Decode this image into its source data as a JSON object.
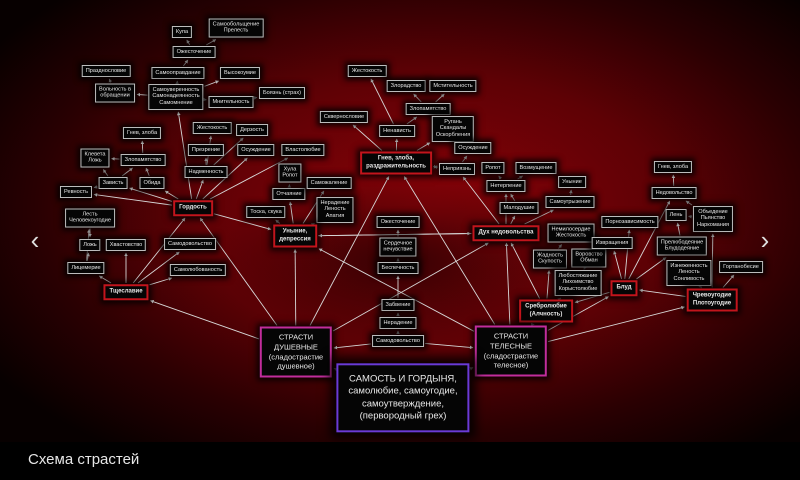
{
  "caption": "Схема страстей",
  "nav": {
    "prev_icon": "chevron-left-icon",
    "next_icon": "chevron-right-icon",
    "prev_glyph": "‹",
    "next_glyph": "›"
  },
  "colors": {
    "primary_passion": "#c3141c",
    "category": "#c22d9c",
    "root": "#6b3ad6",
    "node_border": "#bdbdbd"
  },
  "nodes": [
    {
      "id": "kupa",
      "label": "Купа",
      "kind": "n"
    },
    {
      "id": "samoobolshchenie",
      "label": "Самообольщение\nПрелесть",
      "kind": "n"
    },
    {
      "id": "ozhestochenie_t",
      "label": "Ожесточение",
      "kind": "n"
    },
    {
      "id": "samoopravdanie",
      "label": "Самооправдание",
      "kind": "n"
    },
    {
      "id": "vysokoumie",
      "label": "Высокоумие",
      "kind": "n"
    },
    {
      "id": "prazdnoslovie",
      "label": "Празднословие",
      "kind": "n"
    },
    {
      "id": "volnost",
      "label": "Вольность в\nобращении",
      "kind": "n"
    },
    {
      "id": "samouverennost",
      "label": "Самоуверенность\nСамонадеянность\nСамомнение",
      "kind": "n"
    },
    {
      "id": "mnitelnost",
      "label": "Мнительность",
      "kind": "n"
    },
    {
      "id": "boyazn",
      "label": "Боязнь (страх)",
      "kind": "n"
    },
    {
      "id": "gnev_zloba_l",
      "label": "Гнев, злоба",
      "kind": "n"
    },
    {
      "id": "zhestokost_l",
      "label": "Жестокость",
      "kind": "n"
    },
    {
      "id": "derzost",
      "label": "Дерзость",
      "kind": "n"
    },
    {
      "id": "kleveta",
      "label": "Клевета\nЛожь",
      "kind": "n"
    },
    {
      "id": "zlopamyatstvo_l",
      "label": "Злопамятство",
      "kind": "n"
    },
    {
      "id": "prezrenie",
      "label": "Презрение",
      "kind": "n"
    },
    {
      "id": "osuzhdenie_l",
      "label": "Осуждение",
      "kind": "n"
    },
    {
      "id": "vlastolyubie",
      "label": "Властолюбие",
      "kind": "n"
    },
    {
      "id": "zavist",
      "label": "Зависть",
      "kind": "n"
    },
    {
      "id": "obida",
      "label": "Обида",
      "kind": "n"
    },
    {
      "id": "nadmennost",
      "label": "Надменность",
      "kind": "n"
    },
    {
      "id": "revnost",
      "label": "Ревность",
      "kind": "n"
    },
    {
      "id": "gordost",
      "label": "Гордость",
      "kind": "red"
    },
    {
      "id": "lest",
      "label": "Лесть\nЧеловекоугодие",
      "kind": "n"
    },
    {
      "id": "lozh",
      "label": "Ложь",
      "kind": "n"
    },
    {
      "id": "khvastovstvo",
      "label": "Хвастовство",
      "kind": "n"
    },
    {
      "id": "samodovolstvo_l",
      "label": "Самодовольство",
      "kind": "n"
    },
    {
      "id": "samolyubovanie",
      "label": "Самолюбованость",
      "kind": "n"
    },
    {
      "id": "litsemerie",
      "label": "Лицемерие",
      "kind": "n"
    },
    {
      "id": "tshcheslavie",
      "label": "Тщеславие",
      "kind": "red"
    },
    {
      "id": "tosk",
      "label": "Тоска, скука",
      "kind": "n"
    },
    {
      "id": "otchayanie",
      "label": "Отчаяние",
      "kind": "n"
    },
    {
      "id": "khula",
      "label": "Хула\nРопот",
      "kind": "n"
    },
    {
      "id": "samozhalenie",
      "label": "Саможаление",
      "kind": "n"
    },
    {
      "id": "neradenie_m",
      "label": "Нерадение\nЛеность\nАпатия",
      "kind": "n"
    },
    {
      "id": "unynie",
      "label": "Уныние,\nдепрессия",
      "kind": "red"
    },
    {
      "id": "zhestokost_m",
      "label": "Жестокость",
      "kind": "n"
    },
    {
      "id": "zlorodstvo",
      "label": "Злорадство",
      "kind": "n"
    },
    {
      "id": "mstitelnost",
      "label": "Мстительность",
      "kind": "n"
    },
    {
      "id": "zlopamyatstvo_m",
      "label": "Злопамятство",
      "kind": "n"
    },
    {
      "id": "skvernoslovie",
      "label": "Сквернословие",
      "kind": "n"
    },
    {
      "id": "nenavist",
      "label": "Ненависть",
      "kind": "n"
    },
    {
      "id": "rugan",
      "label": "Ругань\nСкандалы\nОскорбления",
      "kind": "n"
    },
    {
      "id": "osuzhdenie_m",
      "label": "Осуждение",
      "kind": "n"
    },
    {
      "id": "gnev",
      "label": "Гнев, злоба,\nраздражительность",
      "kind": "red"
    },
    {
      "id": "nepriyazn",
      "label": "Неприязнь",
      "kind": "n"
    },
    {
      "id": "ozhestochenie_c",
      "label": "Ожесточение",
      "kind": "n"
    },
    {
      "id": "serdechnoe",
      "label": "Сердечное\nнечувствие",
      "kind": "n"
    },
    {
      "id": "bespechnost",
      "label": "Беспечность",
      "kind": "n"
    },
    {
      "id": "zabvenie",
      "label": "Забвение",
      "kind": "n"
    },
    {
      "id": "neradenie_c",
      "label": "Нерадение",
      "kind": "n"
    },
    {
      "id": "samodovolstvo_c",
      "label": "Самодовольство",
      "kind": "n"
    },
    {
      "id": "ropot",
      "label": "Ропот",
      "kind": "n"
    },
    {
      "id": "vozmushchenie",
      "label": "Возмущение",
      "kind": "n"
    },
    {
      "id": "neterpenie",
      "label": "Нетерпение",
      "kind": "n"
    },
    {
      "id": "malodushie",
      "label": "Малодушие",
      "kind": "n"
    },
    {
      "id": "unynie2",
      "label": "Уныние",
      "kind": "n"
    },
    {
      "id": "samougryzenie",
      "label": "Самоугрызение",
      "kind": "n"
    },
    {
      "id": "dukh",
      "label": "Дух недовольства",
      "kind": "red"
    },
    {
      "id": "nemiloserdie",
      "label": "Немилосердие\nЖестокость",
      "kind": "n"
    },
    {
      "id": "zhadnost",
      "label": "Жадность\nСкупость",
      "kind": "n"
    },
    {
      "id": "vorovstvo",
      "label": "Воровство\nОбман",
      "kind": "n"
    },
    {
      "id": "lyubostyazhanie",
      "label": "Любостяжание\nЛихоимство\nКорыстолюбие",
      "kind": "n"
    },
    {
      "id": "srebrolyubie",
      "label": "Сребролюбие\n(Алчность)",
      "kind": "red"
    },
    {
      "id": "pornozavisimost",
      "label": "Порнозависимость",
      "kind": "n"
    },
    {
      "id": "izvrashcheniya",
      "label": "Извращения",
      "kind": "n"
    },
    {
      "id": "blud",
      "label": "Блуд",
      "kind": "red"
    },
    {
      "id": "gnev_zloba_r",
      "label": "Гнев, злоба",
      "kind": "n"
    },
    {
      "id": "nedovolstvo",
      "label": "Недовольство",
      "kind": "n"
    },
    {
      "id": "len",
      "label": "Лень",
      "kind": "n"
    },
    {
      "id": "obyedenie",
      "label": "Объедение\nПьянство\nНаркомания",
      "kind": "n"
    },
    {
      "id": "prelyubodeyanie",
      "label": "Прелюбодеяние\nБлудодеяние",
      "kind": "n"
    },
    {
      "id": "iznezhennost",
      "label": "Изнеженность\nЛеность\nСонливость",
      "kind": "n"
    },
    {
      "id": "gortanobesie",
      "label": "Гортанобесие",
      "kind": "n"
    },
    {
      "id": "chrevougodie",
      "label": "Чревоугодие\nПлотоугодие",
      "kind": "red"
    },
    {
      "id": "strasti_dush",
      "label": "СТРАСТИ\nДУШЕВНЫЕ\n(сладострастие\nдушевное)",
      "kind": "mag"
    },
    {
      "id": "strasti_tel",
      "label": "СТРАСТИ\nТЕЛЕСНЫЕ\n(сладострастие\nтелесное)",
      "kind": "mag"
    },
    {
      "id": "samost",
      "label": "САМОСТЬ И ГОРДЫНЯ,\nсамолюбие, самоугодие,\nсамоутверждение,\n(первородный грех)",
      "kind": "pur"
    }
  ],
  "edges": [
    [
      "samost",
      "strasti_dush"
    ],
    [
      "samost",
      "strasti_tel"
    ],
    [
      "samodovolstvo_c",
      "strasti_dush"
    ],
    [
      "samodovolstvo_c",
      "strasti_tel"
    ],
    [
      "samodovolstvo_c",
      "neradenie_c"
    ],
    [
      "neradenie_c",
      "zabvenie"
    ],
    [
      "zabvenie",
      "bespechnost"
    ],
    [
      "bespechnost",
      "serdechnoe"
    ],
    [
      "serdechnoe",
      "ozhestochenie_c"
    ],
    [
      "strasti_dush",
      "tshcheslavie"
    ],
    [
      "strasti_dush",
      "gordost"
    ],
    [
      "strasti_dush",
      "unynie"
    ],
    [
      "strasti_dush",
      "gnev"
    ],
    [
      "strasti_dush",
      "dukh"
    ],
    [
      "strasti_tel",
      "srebrolyubie"
    ],
    [
      "strasti_tel",
      "blud"
    ],
    [
      "strasti_tel",
      "chrevougodie"
    ],
    [
      "strasti_tel",
      "dukh"
    ],
    [
      "strasti_tel",
      "gnev"
    ],
    [
      "strasti_tel",
      "unynie"
    ],
    [
      "dukh",
      "unynie"
    ],
    [
      "unynie",
      "dukh"
    ],
    [
      "gordost",
      "unynie"
    ],
    [
      "tshcheslavie",
      "gordost"
    ],
    [
      "tshcheslavie",
      "samodovolstvo_l"
    ],
    [
      "tshcheslavie",
      "samolyubovanie"
    ],
    [
      "tshcheslavie",
      "khvastovstvo"
    ],
    [
      "tshcheslavie",
      "litsemerie"
    ],
    [
      "litsemerie",
      "lest"
    ],
    [
      "litsemerie",
      "lozh"
    ],
    [
      "lest",
      "lozh"
    ],
    [
      "gordost",
      "revnost"
    ],
    [
      "gordost",
      "zavist"
    ],
    [
      "gordost",
      "obida"
    ],
    [
      "gordost",
      "nadmennost"
    ],
    [
      "gordost",
      "osuzhdenie_l"
    ],
    [
      "gordost",
      "vlastolyubie"
    ],
    [
      "gordost",
      "samouverennost"
    ],
    [
      "zavist",
      "kleveta"
    ],
    [
      "zavist",
      "revnost"
    ],
    [
      "zlopamyatstvo_l",
      "kleveta"
    ],
    [
      "zlopamyatstvo_l",
      "gnev_zloba_l"
    ],
    [
      "obida",
      "zlopamyatstvo_l"
    ],
    [
      "zavist",
      "zlopamyatstvo_l"
    ],
    [
      "nadmennost",
      "prezrenie"
    ],
    [
      "nadmennost",
      "zhestokost_l"
    ],
    [
      "nadmennost",
      "derzost"
    ],
    [
      "samouverennost",
      "volnost"
    ],
    [
      "volnost",
      "prazdnoslovie"
    ],
    [
      "samouverennost",
      "samoopravdanie"
    ],
    [
      "samoopravdanie",
      "ozhestochenie_t"
    ],
    [
      "ozhestochenie_t",
      "kupa"
    ],
    [
      "ozhestochenie_t",
      "samoobolshchenie"
    ],
    [
      "samouverennost",
      "vysokoumie"
    ],
    [
      "samouverennost",
      "mnitelnost"
    ],
    [
      "mnitelnost",
      "boyazn"
    ],
    [
      "unynie",
      "tosk"
    ],
    [
      "unynie",
      "otchayanie"
    ],
    [
      "otchayanie",
      "khula"
    ],
    [
      "unynie",
      "samozhalenie"
    ],
    [
      "unynie",
      "neradenie_m"
    ],
    [
      "gnev",
      "skvernoslovie"
    ],
    [
      "gnev",
      "nenavist"
    ],
    [
      "gnev",
      "rugan"
    ],
    [
      "gnev",
      "nepriyazn"
    ],
    [
      "nepriyazn",
      "gnev"
    ],
    [
      "nenavist",
      "zhestokost_m"
    ],
    [
      "nenavist",
      "zlopamyatstvo_m"
    ],
    [
      "zlopamyatstvo_m",
      "zlorodstvo"
    ],
    [
      "zlopamyatstvo_m",
      "mstitelnost"
    ],
    [
      "nepriyazn",
      "osuzhdenie_m"
    ],
    [
      "dukh",
      "nepriyazn"
    ],
    [
      "dukh",
      "neterpenie"
    ],
    [
      "dukh",
      "malodushie"
    ],
    [
      "dukh",
      "samougryzenie"
    ],
    [
      "neterpenie",
      "ropot"
    ],
    [
      "neterpenie",
      "vozmushchenie"
    ],
    [
      "samougryzenie",
      "unynie2"
    ],
    [
      "malodushie",
      "neterpenie"
    ],
    [
      "srebrolyubie",
      "dukh"
    ],
    [
      "srebrolyubie",
      "zhadnost"
    ],
    [
      "srebrolyubie",
      "lyubostyazhanie"
    ],
    [
      "zhadnost",
      "nemiloserdie"
    ],
    [
      "lyubostyazhanie",
      "vorovstvo"
    ],
    [
      "blud",
      "izvrashcheniya"
    ],
    [
      "blud",
      "pornozavisimost"
    ],
    [
      "blud",
      "nedovolstvo"
    ],
    [
      "blud",
      "prelyubodeyanie"
    ],
    [
      "blud",
      "srebrolyubie"
    ],
    [
      "chrevougodie",
      "blud"
    ],
    [
      "chrevougodie",
      "obyedenie"
    ],
    [
      "chrevougodie",
      "iznezhennost"
    ],
    [
      "chrevougodie",
      "gortanobesie"
    ],
    [
      "nedovolstvo",
      "gnev_zloba_r"
    ],
    [
      "obyedenie",
      "nedovolstvo"
    ],
    [
      "obyedenie",
      "len"
    ],
    [
      "prelyubodeyanie",
      "len"
    ]
  ]
}
